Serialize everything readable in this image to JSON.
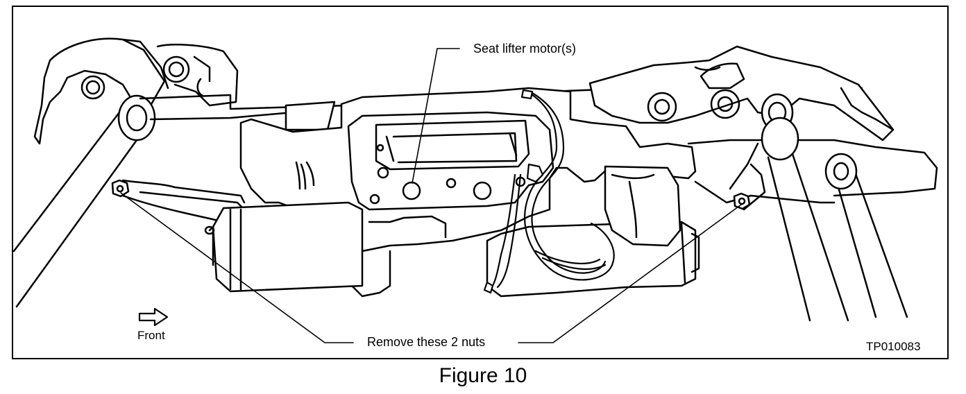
{
  "figure": {
    "labels": {
      "motor": "Seat lifter motor(s)",
      "nuts": "Remove these 2 nuts",
      "front": "Front",
      "code": "TP010083"
    },
    "direction_icon": "right-arrow-icon",
    "caption": "Figure 10"
  }
}
